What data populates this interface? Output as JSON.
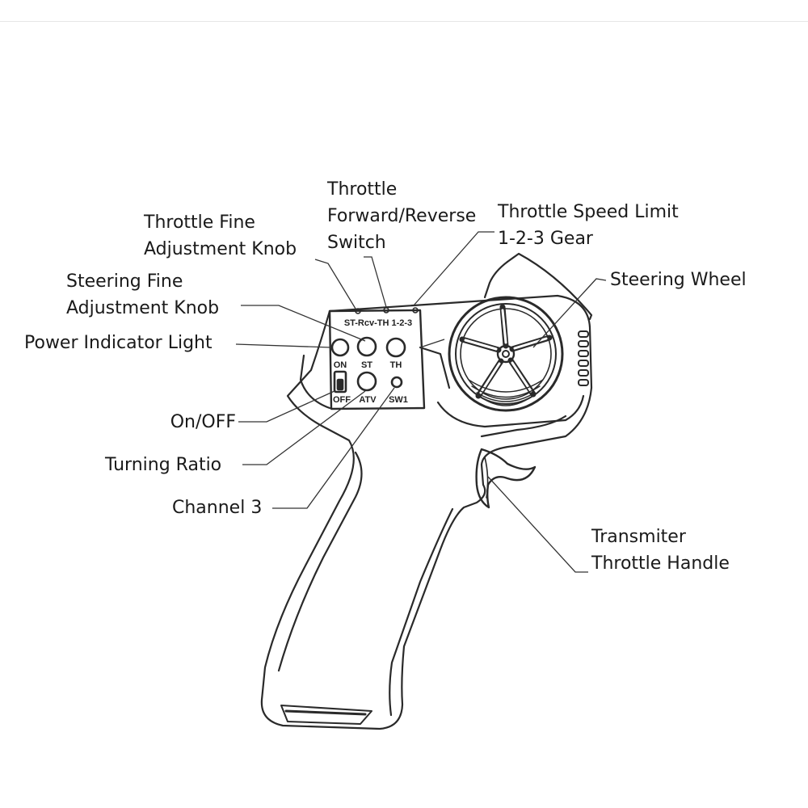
{
  "labels": {
    "throttle_fine": [
      "Throttle Fine",
      "Adjustment Knob"
    ],
    "throttle_switch": [
      "Throttle",
      "Forward/Reverse",
      "Switch"
    ],
    "speed_limit": [
      "Throttle Speed Limit",
      "1-2-3 Gear"
    ],
    "steering_wheel": "Steering Wheel",
    "steering_fine": [
      "Steering Fine",
      "Adjustment Knob"
    ],
    "power_light": "Power Indicator Light",
    "on_off": "On/OFF",
    "turning_ratio": "Turning Ratio",
    "channel3": "Channel 3",
    "throttle_handle": [
      "Transmiter",
      "Throttle Handle"
    ]
  },
  "panel": {
    "top_text": "ST-Rcv-TH  1-2-3",
    "on": "ON",
    "st": "ST",
    "th": "TH",
    "off": "OFF",
    "atv": "ATV",
    "sw1": "SW1"
  }
}
